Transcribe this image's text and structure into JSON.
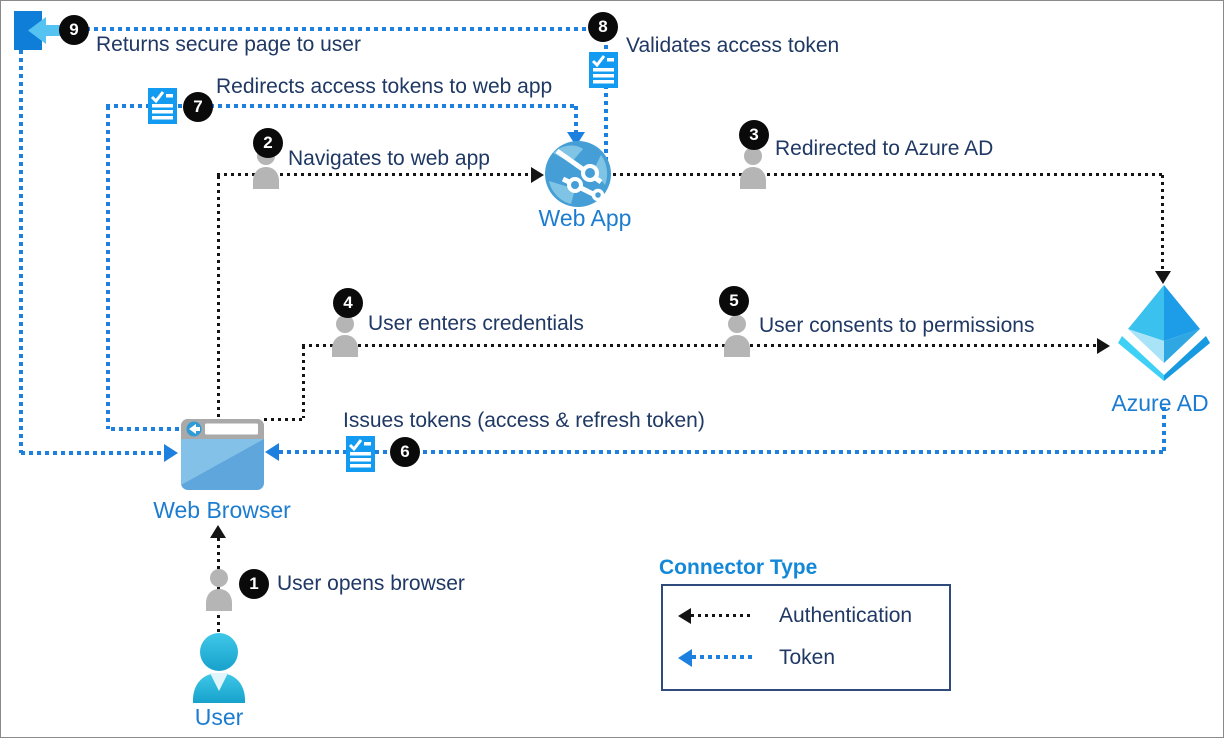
{
  "diagram": {
    "type": "azure-ad-web-app-authentication-flow",
    "entities": {
      "user": {
        "label": "User"
      },
      "web_browser": {
        "label": "Web Browser"
      },
      "web_app": {
        "label": "Web App"
      },
      "azure_ad": {
        "label": "Azure AD"
      }
    },
    "steps": [
      {
        "number": "1",
        "label": "User opens browser",
        "connector": "authentication"
      },
      {
        "number": "2",
        "label": "Navigates to web app",
        "connector": "authentication"
      },
      {
        "number": "3",
        "label": "Redirected to Azure AD",
        "connector": "authentication"
      },
      {
        "number": "4",
        "label": "User enters credentials",
        "connector": "authentication"
      },
      {
        "number": "5",
        "label": "User consents to permissions",
        "connector": "authentication"
      },
      {
        "number": "6",
        "label": "Issues tokens (access & refresh token)",
        "connector": "token"
      },
      {
        "number": "7",
        "label": "Redirects access tokens to web app",
        "connector": "token"
      },
      {
        "number": "8",
        "label": "Validates access token",
        "connector": "token"
      },
      {
        "number": "9",
        "label": "Returns secure page to user",
        "connector": "token"
      }
    ],
    "legend": {
      "title": "Connector Type",
      "items": [
        {
          "label": "Authentication",
          "line_color": "#141414",
          "line_style": "dotted"
        },
        {
          "label": "Token",
          "line_color": "#1e80de",
          "line_style": "dotted"
        }
      ]
    },
    "icons": [
      "return-page-icon",
      "token-icon",
      "person-icon",
      "web-browser-icon",
      "web-app-globe-icon",
      "azure-ad-icon",
      "user-icon"
    ],
    "colors": {
      "authentication_line": "#141414",
      "token_line": "#1e80de",
      "step_text": "#1f3864",
      "entity_label": "#1c7dd0",
      "legend_title": "#1488d8",
      "legend_border": "#2f4b7c",
      "badge_bg": "#0a0a0a",
      "badge_text": "#ffffff"
    }
  }
}
